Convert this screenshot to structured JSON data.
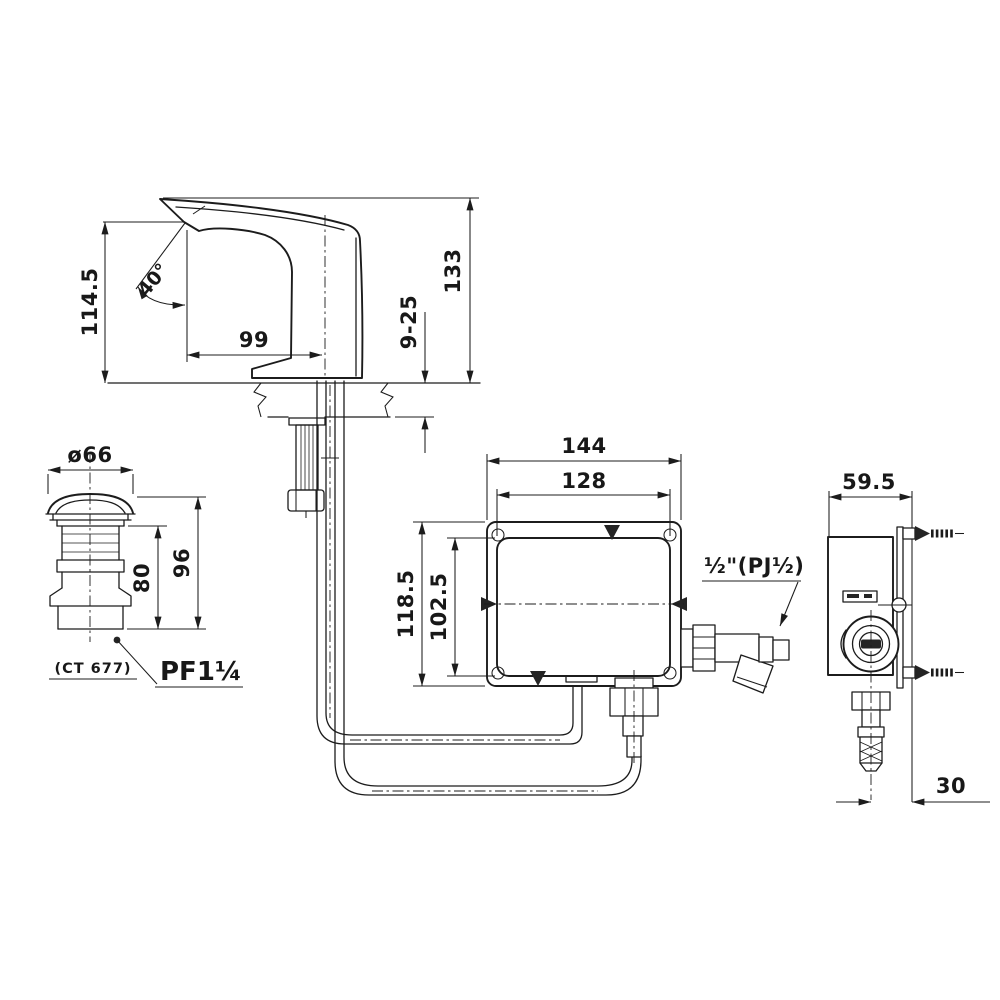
{
  "meta": {
    "drawing_type": "sensor faucet installation dimension drawing",
    "views": [
      "faucet side view",
      "pop-up drain view",
      "control box front view",
      "control box side view"
    ]
  },
  "colors": {
    "line": "#1c1c1c",
    "background": "#ffffff"
  },
  "faucet_view": {
    "spout_height": "114.5",
    "spout_angle": "40°",
    "spout_reach": "99",
    "overall_height": "133",
    "deck_thickness_range": "9-25"
  },
  "drain_view": {
    "cap_diameter": "ø66",
    "body_height": "80",
    "overall_height": "96",
    "model_code": "(CT 677)",
    "thread_size": "PF1¼"
  },
  "control_box_front_view": {
    "outer_width": "144",
    "mounting_width": "128",
    "outer_height": "118.5",
    "mounting_height": "102.5",
    "inlet_thread": "½\"(PJ½)"
  },
  "control_box_side_view": {
    "depth": "59.5",
    "wall_offset": "30"
  }
}
